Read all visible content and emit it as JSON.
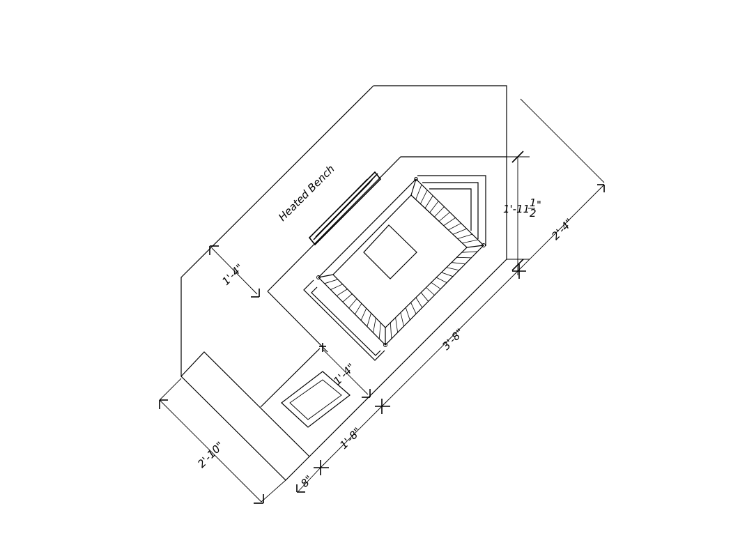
{
  "label_heated_bench": "Heated Bench",
  "dimensions": {
    "right_height": "1'-11",
    "right_height_frac_num": "1",
    "right_height_frac_den": "2",
    "right_diag": "2'-4\"",
    "bench_depth": "1'-4\"",
    "long_diag": "3'-8\"",
    "inner_step": "1'-4\"",
    "lower_segment": "1'-8\"",
    "small_offset": "8\"",
    "left_diag": "2'-10\""
  }
}
